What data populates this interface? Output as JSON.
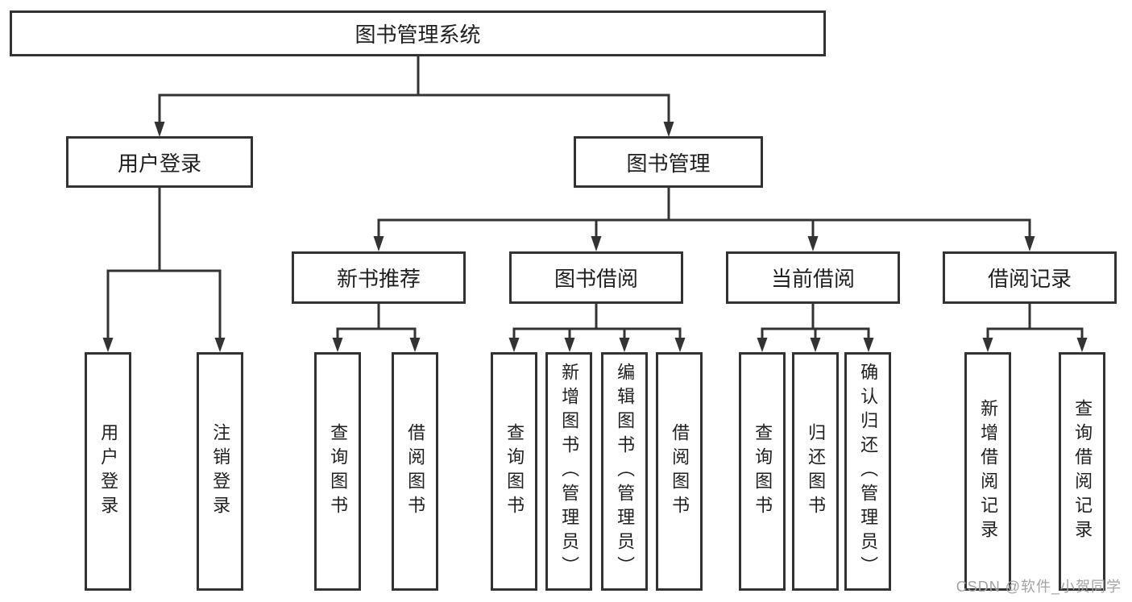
{
  "colors": {
    "line": "#333333",
    "text": "#1f1f1f",
    "watermark": "#a3a3a3",
    "background": "#ffffff"
  },
  "root": {
    "label": "图书管理系统"
  },
  "branches": [
    {
      "label": "用户登录",
      "children": [
        {
          "label": "用户登录"
        },
        {
          "label": "注销登录"
        }
      ]
    },
    {
      "label": "图书管理",
      "groups": [
        {
          "label": "新书推荐",
          "children": [
            {
              "label": "查询图书"
            },
            {
              "label": "借阅图书"
            }
          ]
        },
        {
          "label": "图书借阅",
          "children": [
            {
              "label": "查询图书"
            },
            {
              "label": "新增图书（管理员）"
            },
            {
              "label": "编辑图书（管理员）"
            },
            {
              "label": "借阅图书"
            }
          ]
        },
        {
          "label": "当前借阅",
          "children": [
            {
              "label": "查询图书"
            },
            {
              "label": "归还图书"
            },
            {
              "label": "确认归还（管理员）"
            }
          ]
        },
        {
          "label": "借阅记录",
          "children": [
            {
              "label": "新增借阅记录"
            },
            {
              "label": "查询借阅记录"
            }
          ]
        }
      ]
    }
  ],
  "watermark": {
    "text": "CSDN @软件_小贺同学"
  }
}
